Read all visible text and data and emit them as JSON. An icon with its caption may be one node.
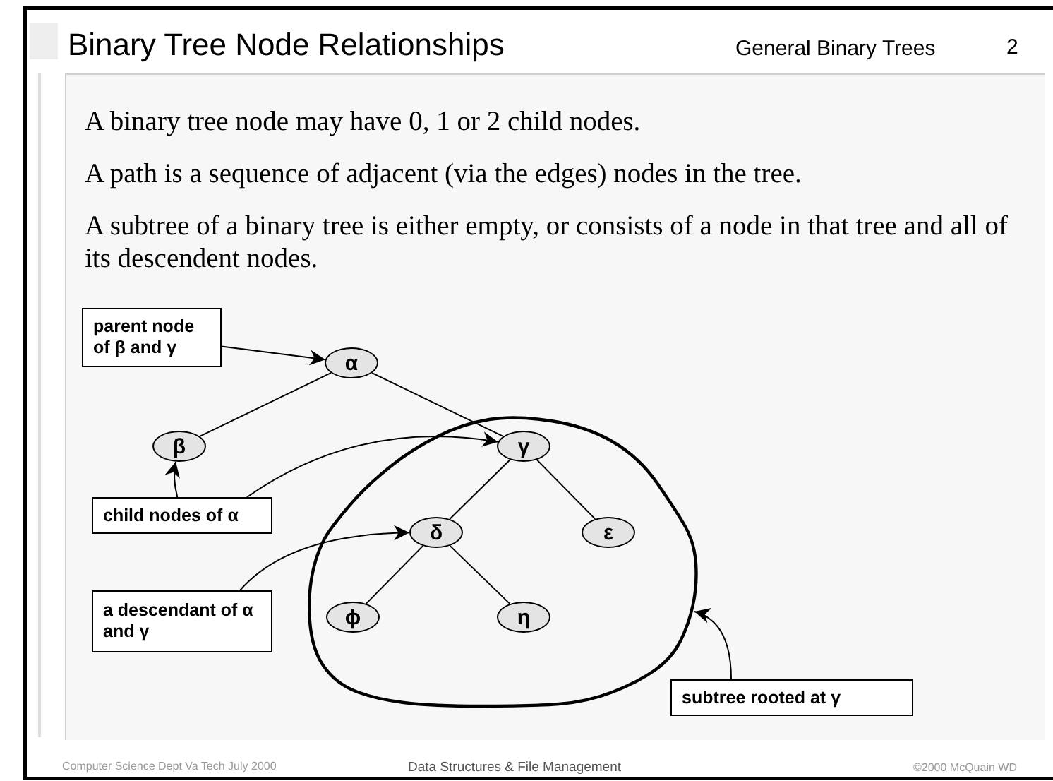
{
  "diagram": {
    "title": "Binary Tree Node Relationships",
    "nodes": [
      {
        "text": [
          "parent node of β and γ"
        ]
      },
      {
        "text": [
          "α"
        ]
      },
      {
        "text": [
          "β"
        ]
      },
      {
        "text": [],
        "shape": "cloud"
      },
      {
        "text": [
          "γ"
        ],
        "in": 3
      },
      {
        "text": [
          "child nodes of α"
        ]
      },
      {
        "text": [
          "δ"
        ],
        "in": 3
      },
      {
        "text": [
          "ε"
        ],
        "in": 3
      },
      {
        "text": [
          "a descendant of α and γ"
        ]
      },
      {
        "text": [
          "ϕ"
        ],
        "in": 3
      },
      {
        "text": [
          "η"
        ],
        "in": 3
      },
      {
        "text": [
          "subtree rooted at γ"
        ]
      }
    ],
    "edges": [
      {
        "from": 0,
        "to": 1,
        "arrow": "to"
      },
      {
        "from": 1,
        "to": 2,
        "arrow": "none"
      },
      {
        "from": 1,
        "to": 4,
        "arrow": "none"
      },
      {
        "from": 5,
        "to": 2,
        "arrow": "to"
      },
      {
        "from": 5,
        "to": 4,
        "arrow": "to"
      },
      {
        "from": 4,
        "to": 6,
        "arrow": "none"
      },
      {
        "from": 4,
        "to": 7,
        "arrow": "none"
      },
      {
        "from": 8,
        "to": 6,
        "arrow": "to"
      },
      {
        "from": 6,
        "to": 9,
        "arrow": "none"
      },
      {
        "from": 6,
        "to": 10,
        "arrow": "none"
      },
      {
        "from": 11,
        "to": 3,
        "arrow": "to"
      }
    ],
    "labels": [
      "General Binary Trees",
      "2",
      "A binary tree node may have 0, 1 or 2 child nodes.",
      "A path is a sequence of adjacent (via the edges) nodes in the tree.",
      "A subtree of a binary tree is either empty, or consists of a node in that tree and all of its descendent nodes.",
      "Computer Science Dept Va Tech July 2000",
      "Data Structures & File Management",
      "©2000 McQuain WD"
    ]
  }
}
